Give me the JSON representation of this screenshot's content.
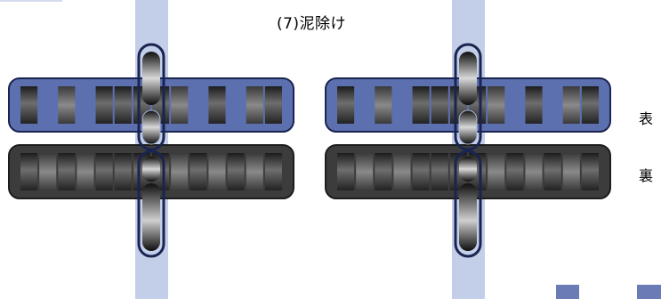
{
  "title": "(7)泥除け",
  "labels": {
    "front": "表",
    "back": "裏"
  },
  "colors": {
    "blue": "#5c70b0",
    "blue_light_band": "#c3cfe9",
    "dark_stroke": "#1a2450",
    "gray_band": "#4a4a4a"
  },
  "diagrams": [
    {
      "side": "left"
    },
    {
      "side": "right"
    }
  ]
}
